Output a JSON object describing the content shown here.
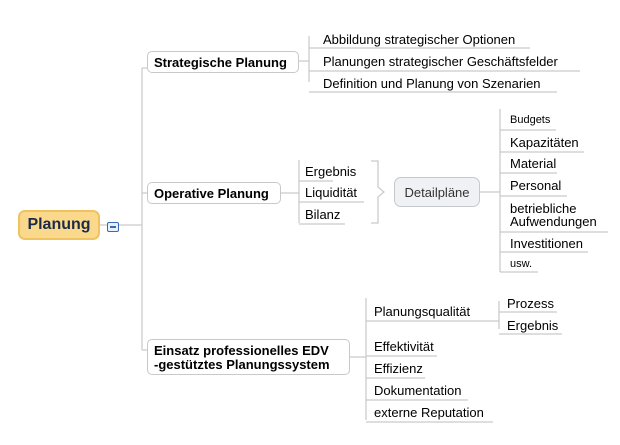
{
  "root": "Planung",
  "branches": {
    "strategic": {
      "title": "Strategische Planung",
      "items": [
        "Abbildung strategischer Optionen",
        "Planungen strategischer Geschäftsfelder",
        "Definition und Planung von Szenarien"
      ]
    },
    "operative": {
      "title": "Operative Planung",
      "items": [
        "Ergebnis",
        "Liquidität",
        "Bilanz"
      ],
      "detail": {
        "title": "Detailpläne",
        "items": [
          "Budgets",
          "Kapazitäten",
          "Material",
          "Personal",
          "betriebliche\nAufwendungen",
          "Investitionen",
          "usw."
        ]
      }
    },
    "edv": {
      "title": "Einsatz professionelles EDV\n-gestütztes Planungssystem",
      "items": [
        "Planungsqualität",
        "Effektivität",
        "Effizienz",
        "Dokumentation",
        "externe Reputation"
      ],
      "quality_items": [
        "Prozess",
        "Ergebnis"
      ]
    }
  }
}
